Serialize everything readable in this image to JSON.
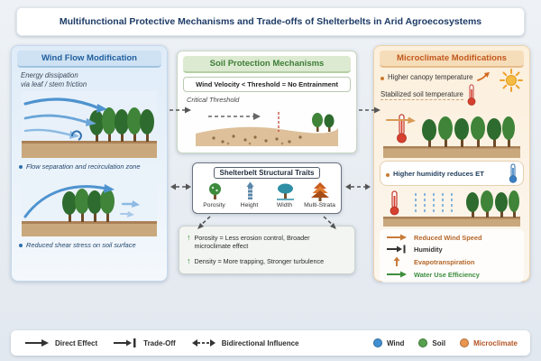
{
  "title": "Multifunctional Protective Mechanisms and Trade-offs of Shelterbelts in Arid Agroecosystems",
  "wind_panel": {
    "header": "Wind Flow Modification",
    "caption_line1": "Energy dissipation",
    "caption_line2": "via leaf / stem friction",
    "bullet1": "Flow separation and recirculation zone",
    "bullet2": "Reduced shear stress on soil surface",
    "accent_color": "#2d6fad"
  },
  "soil_panel": {
    "header": "Soil Protection Mechanisms",
    "threshold_rule": "Wind Velocity < Threshold = No Entrainment",
    "threshold_label": "Critical Threshold",
    "accent_color": "#3e7d36"
  },
  "traits_box": {
    "title": "Shelterbelt Structural Traits",
    "traits": [
      {
        "label": "Porosity",
        "icon": "porosity-tree-icon"
      },
      {
        "label": "Height",
        "icon": "height-ruler-icon"
      },
      {
        "label": "Width",
        "icon": "wide-tree-icon"
      },
      {
        "label": "Multi-Strata",
        "icon": "layered-canopy-icon"
      }
    ]
  },
  "tradeoffs_box": {
    "rows": [
      {
        "arrow": "↑",
        "text": "Porosity = Less erosion control, Broader microclimate effect"
      },
      {
        "arrow": "↑",
        "text": "Density = More trapping, Stronger turbulence"
      }
    ]
  },
  "micro_panel": {
    "header": "Microclimate Modifications",
    "bullet1": "Higher canopy temperature",
    "bullet2": "Stabilized soil temperature",
    "bullet3": "Higher humidity reduces ET",
    "effects": [
      {
        "label": "Reduced Wind Speed",
        "color": "#b5672a"
      },
      {
        "label": "Humidity",
        "color": "#333333"
      },
      {
        "label": "Evapotranspiration",
        "color": "#b5672a"
      },
      {
        "label": "Water Use Efficiency",
        "color": "#3e8e3e"
      }
    ],
    "accent_color": "#c2571b"
  },
  "footer_legend": {
    "direct": "Direct Effect",
    "tradeoff": "Trade-Off",
    "bidirectional": "Bidirectional Influence",
    "domains": [
      {
        "label": "Wind",
        "color": "#3f8fd2"
      },
      {
        "label": "Soil",
        "color": "#57a04e"
      },
      {
        "label": "Microclimate",
        "color": "#e8954f"
      }
    ]
  }
}
